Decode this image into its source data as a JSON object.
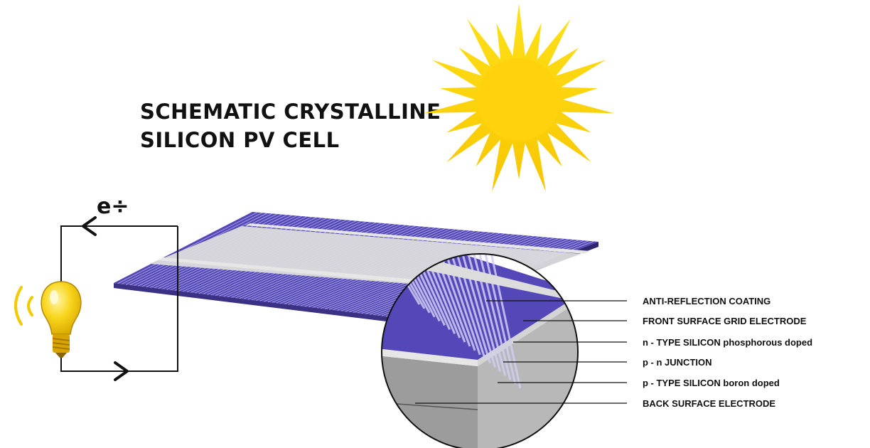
{
  "title": {
    "line1": "SCHEMATIC CRYSTALLINE",
    "line2": "SILICON PV CELL"
  },
  "circuit": {
    "electron_label": "e÷",
    "current_direction_icon": "arrow-left-icon",
    "return_direction_icon": "arrow-right-icon",
    "load_icon": "light-bulb-icon"
  },
  "sun_icon": "sun-icon",
  "layers": [
    "ANTI-REFLECTION COATING",
    "FRONT SURFACE GRID ELECTRODE",
    "n - TYPE SILICON phosphorous doped",
    "p - n JUNCTION",
    "p - TYPE SILICON boron doped",
    "BACK SURFACE ELECTRODE"
  ],
  "colors": {
    "cell_blue": "#5448b8",
    "cell_line": "#c9c7ee",
    "busbar": "#dcdcdc",
    "sun_outer": "#f7c600",
    "sun_inner": "#ffe11a",
    "bulb": "#f8d51b",
    "silicon_gray": "#9c9c9c"
  }
}
